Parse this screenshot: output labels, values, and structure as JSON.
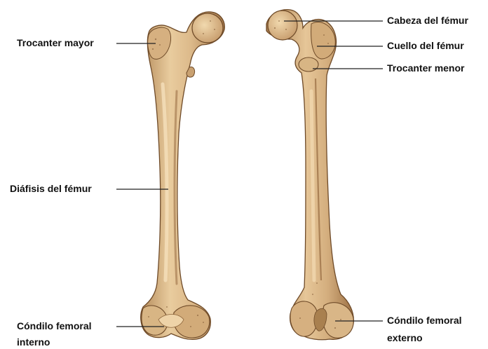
{
  "labels": {
    "trochanter_major": "Trocanter mayor",
    "shaft": "Diáfisis del fémur",
    "medial_condyle_line1": "Cóndilo femoral",
    "medial_condyle_line2": "interno",
    "head": "Cabeza del fémur",
    "neck": "Cuello del fémur",
    "trochanter_minor": "Trocanter menor",
    "lateral_condyle_line1": "Cóndilo femoral",
    "lateral_condyle_line2": "externo"
  },
  "colors": {
    "bone_fill": "#dcb98a",
    "bone_shadow": "#b58c5c",
    "bone_highlight": "#f3dcb4",
    "bone_outline": "#6e4a28",
    "leader_line": "#222222",
    "text": "#111111",
    "background": "#ffffff"
  }
}
